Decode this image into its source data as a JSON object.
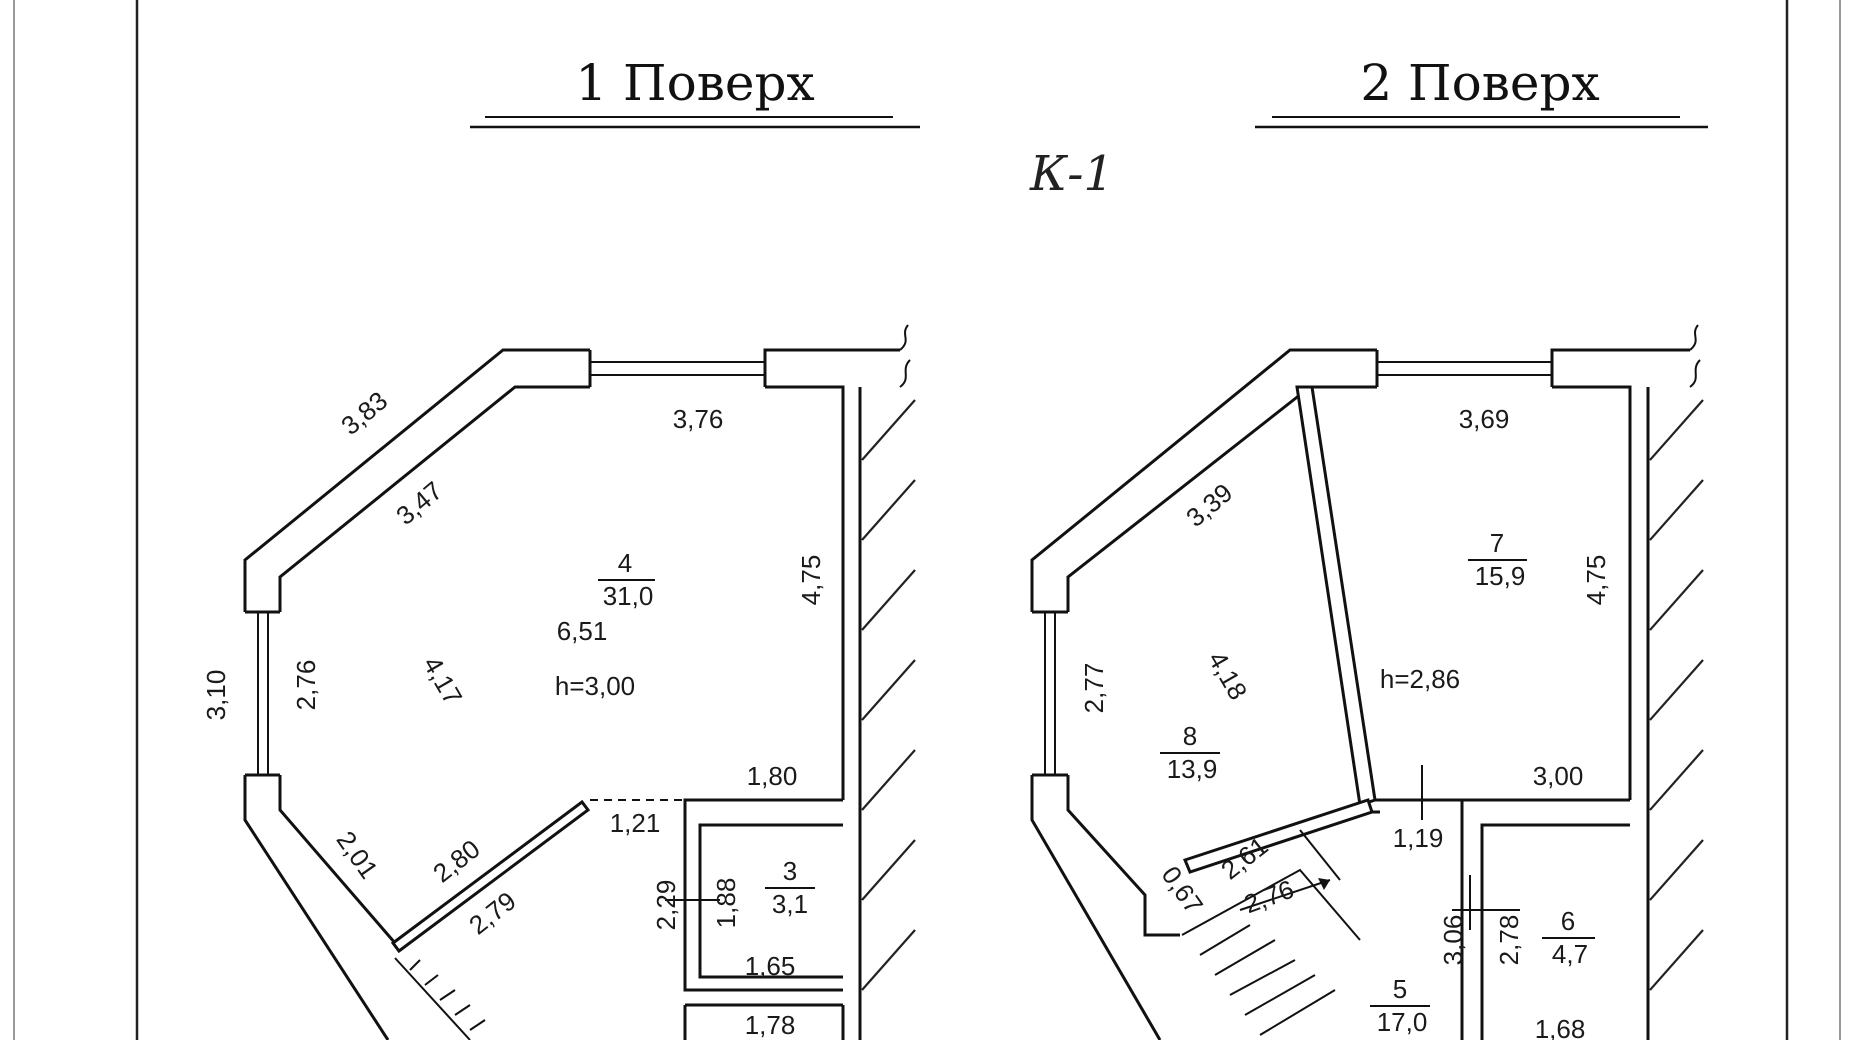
{
  "titles": {
    "floor1": "1 Поверх",
    "floor2": "2 Поверх",
    "unit": "К-1"
  },
  "floor1": {
    "room4": {
      "number": "4",
      "area": "31,0",
      "height": "h=3,00"
    },
    "room3": {
      "number": "3",
      "area": "3,1"
    },
    "dims": {
      "d_3_83": "3,83",
      "d_3_47": "3,47",
      "d_3_76": "3,76",
      "d_4_75": "4,75",
      "d_6_51": "6,51",
      "d_4_17": "4,17",
      "d_2_76": "2,76",
      "d_3_10": "3,10",
      "d_1_80": "1,80",
      "d_1_21": "1,21",
      "d_2_01": "2,01",
      "d_2_80": "2,80",
      "d_2_79": "2,79",
      "d_2_29": "2,29",
      "d_1_88": "1,88",
      "d_1_65": "1,65",
      "d_1_78": "1,78"
    }
  },
  "floor2": {
    "room7": {
      "number": "7",
      "area": "15,9"
    },
    "room8": {
      "number": "8",
      "area": "13,9"
    },
    "room5": {
      "number": "5",
      "area": "17,0"
    },
    "room6": {
      "number": "6",
      "area": "4,7"
    },
    "height": "h=2,86",
    "dims": {
      "d_3_69": "3,69",
      "d_3_39": "3,39",
      "d_4_75": "4,75",
      "d_2_77": "2,77",
      "d_4_18": "4,18",
      "d_3_00": "3,00",
      "d_1_19": "1,19",
      "d_2_61": "2,61",
      "d_0_67": "0,67",
      "d_2_76": "2,76",
      "d_3_06": "3,06",
      "d_2_78": "2,78",
      "d_1_68": "1,68"
    }
  }
}
